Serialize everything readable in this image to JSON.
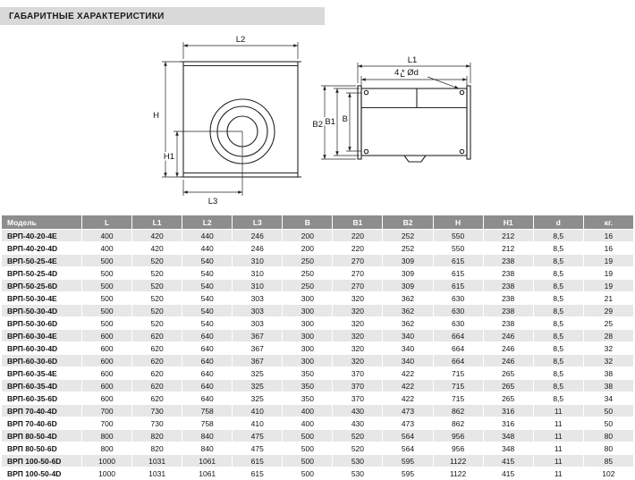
{
  "page": {
    "title": "ГАБАРИТНЫЕ ХАРАКТЕРИСТИКИ"
  },
  "drawings": {
    "front": {
      "l2": "L2",
      "h": "H",
      "h1": "H1",
      "l3": "L3"
    },
    "side": {
      "l1": "L1",
      "l": "L",
      "b": "B",
      "b1": "B1",
      "b2": "B2",
      "holes_note": "4 * Ød"
    }
  },
  "table": {
    "columns": [
      "Модель",
      "L",
      "L1",
      "L2",
      "L3",
      "B",
      "B1",
      "B2",
      "H",
      "H1",
      "d",
      "кг."
    ],
    "rows": [
      [
        "ВРП-40-20-4E",
        "400",
        "420",
        "440",
        "246",
        "200",
        "220",
        "252",
        "550",
        "212",
        "8,5",
        "16"
      ],
      [
        "ВРП-40-20-4D",
        "400",
        "420",
        "440",
        "246",
        "200",
        "220",
        "252",
        "550",
        "212",
        "8,5",
        "16"
      ],
      [
        "ВРП-50-25-4E",
        "500",
        "520",
        "540",
        "310",
        "250",
        "270",
        "309",
        "615",
        "238",
        "8,5",
        "19"
      ],
      [
        "ВРП-50-25-4D",
        "500",
        "520",
        "540",
        "310",
        "250",
        "270",
        "309",
        "615",
        "238",
        "8,5",
        "19"
      ],
      [
        "ВРП-50-25-6D",
        "500",
        "520",
        "540",
        "310",
        "250",
        "270",
        "309",
        "615",
        "238",
        "8,5",
        "19"
      ],
      [
        "ВРП-50-30-4E",
        "500",
        "520",
        "540",
        "303",
        "300",
        "320",
        "362",
        "630",
        "238",
        "8,5",
        "21"
      ],
      [
        "ВРП-50-30-4D",
        "500",
        "520",
        "540",
        "303",
        "300",
        "320",
        "362",
        "630",
        "238",
        "8,5",
        "29"
      ],
      [
        "ВРП-50-30-6D",
        "500",
        "520",
        "540",
        "303",
        "300",
        "320",
        "362",
        "630",
        "238",
        "8,5",
        "25"
      ],
      [
        "ВРП-60-30-4E",
        "600",
        "620",
        "640",
        "367",
        "300",
        "320",
        "340",
        "664",
        "246",
        "8,5",
        "28"
      ],
      [
        "ВРП-60-30-4D",
        "600",
        "620",
        "640",
        "367",
        "300",
        "320",
        "340",
        "664",
        "246",
        "8,5",
        "32"
      ],
      [
        "ВРП-60-30-6D",
        "600",
        "620",
        "640",
        "367",
        "300",
        "320",
        "340",
        "664",
        "246",
        "8,5",
        "32"
      ],
      [
        "ВРП-60-35-4E",
        "600",
        "620",
        "640",
        "325",
        "350",
        "370",
        "422",
        "715",
        "265",
        "8,5",
        "38"
      ],
      [
        "ВРП-60-35-4D",
        "600",
        "620",
        "640",
        "325",
        "350",
        "370",
        "422",
        "715",
        "265",
        "8,5",
        "38"
      ],
      [
        "ВРП-60-35-6D",
        "600",
        "620",
        "640",
        "325",
        "350",
        "370",
        "422",
        "715",
        "265",
        "8,5",
        "34"
      ],
      [
        "ВРП 70-40-4D",
        "700",
        "730",
        "758",
        "410",
        "400",
        "430",
        "473",
        "862",
        "316",
        "11",
        "50"
      ],
      [
        "ВРП 70-40-6D",
        "700",
        "730",
        "758",
        "410",
        "400",
        "430",
        "473",
        "862",
        "316",
        "11",
        "50"
      ],
      [
        "ВРП 80-50-4D",
        "800",
        "820",
        "840",
        "475",
        "500",
        "520",
        "564",
        "956",
        "348",
        "11",
        "80"
      ],
      [
        "ВРП 80-50-6D",
        "800",
        "820",
        "840",
        "475",
        "500",
        "520",
        "564",
        "956",
        "348",
        "11",
        "80"
      ],
      [
        "ВРП 100-50-6D",
        "1000",
        "1031",
        "1061",
        "615",
        "500",
        "530",
        "595",
        "1122",
        "415",
        "11",
        "85"
      ],
      [
        "ВРП 100-50-4D",
        "1000",
        "1031",
        "1061",
        "615",
        "500",
        "530",
        "595",
        "1122",
        "415",
        "11",
        "102"
      ]
    ]
  }
}
